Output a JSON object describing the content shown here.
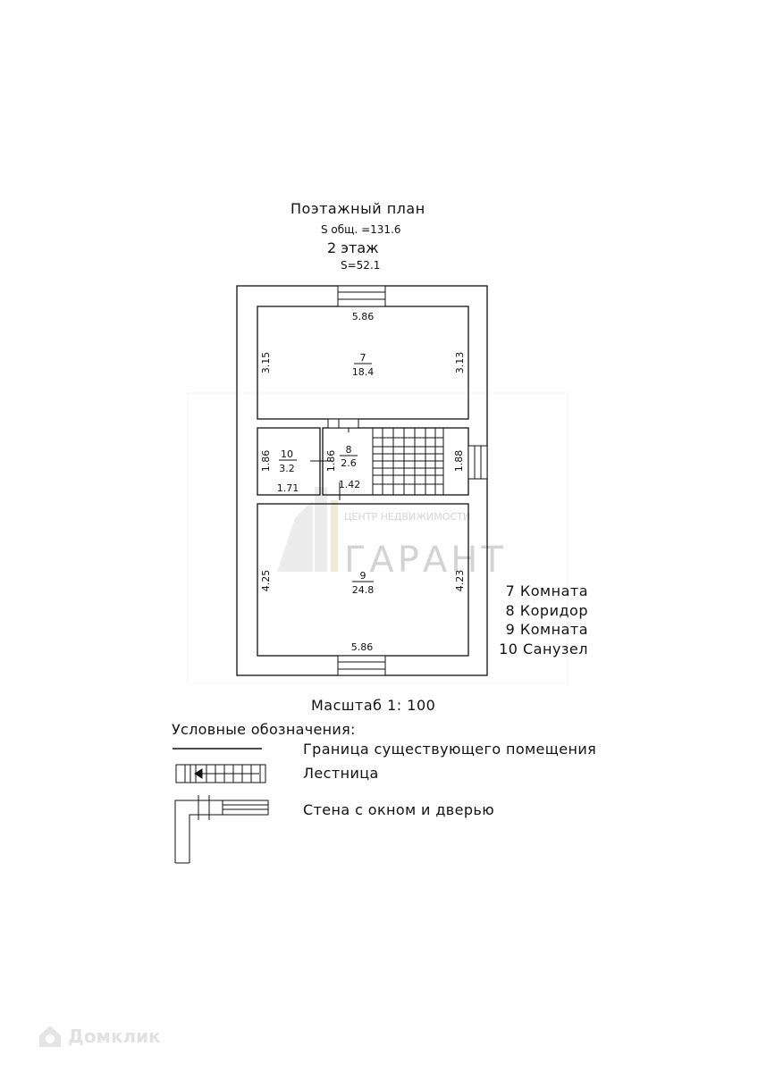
{
  "header": {
    "title": "Поэтажный план",
    "total_area": "S общ. =131.6",
    "floor": "2 этаж",
    "floor_area": "S=52.1"
  },
  "rooms": {
    "room7": {
      "number": "7",
      "area": "18.4",
      "dim_top": "5.86",
      "dim_left": "3.15",
      "dim_right": "3.13"
    },
    "room10": {
      "number": "10",
      "area": "3.2",
      "dim_left": "1.86",
      "dim_bottom": "1.71"
    },
    "room8": {
      "number": "8",
      "area": "2.6",
      "dim_left": "1.86",
      "dim_bottom": "1.42",
      "dim_right": "1.88"
    },
    "room9": {
      "number": "9",
      "area": "24.8",
      "dim_left": "4.25",
      "dim_right": "4.23",
      "dim_bottom": "5.86"
    }
  },
  "room_legend": [
    "7 Комната",
    "8 Коридор",
    "9 Комната",
    "10 Санузел"
  ],
  "scale": "Масштаб 1: 100",
  "legend": {
    "heading": "Условные обозначения:",
    "items": [
      {
        "label": "Граница существующего помещения",
        "icon": "boundary-line-icon"
      },
      {
        "label": "Лестница",
        "icon": "staircase-icon"
      },
      {
        "label": "Стена с окном и дверью",
        "icon": "wall-window-door-icon"
      }
    ]
  },
  "watermarks": {
    "agency_top": "ЦЕНТР НЕДВИЖИМОСТИ",
    "agency_name": "ГАРАНТ",
    "site": "Домклик"
  }
}
